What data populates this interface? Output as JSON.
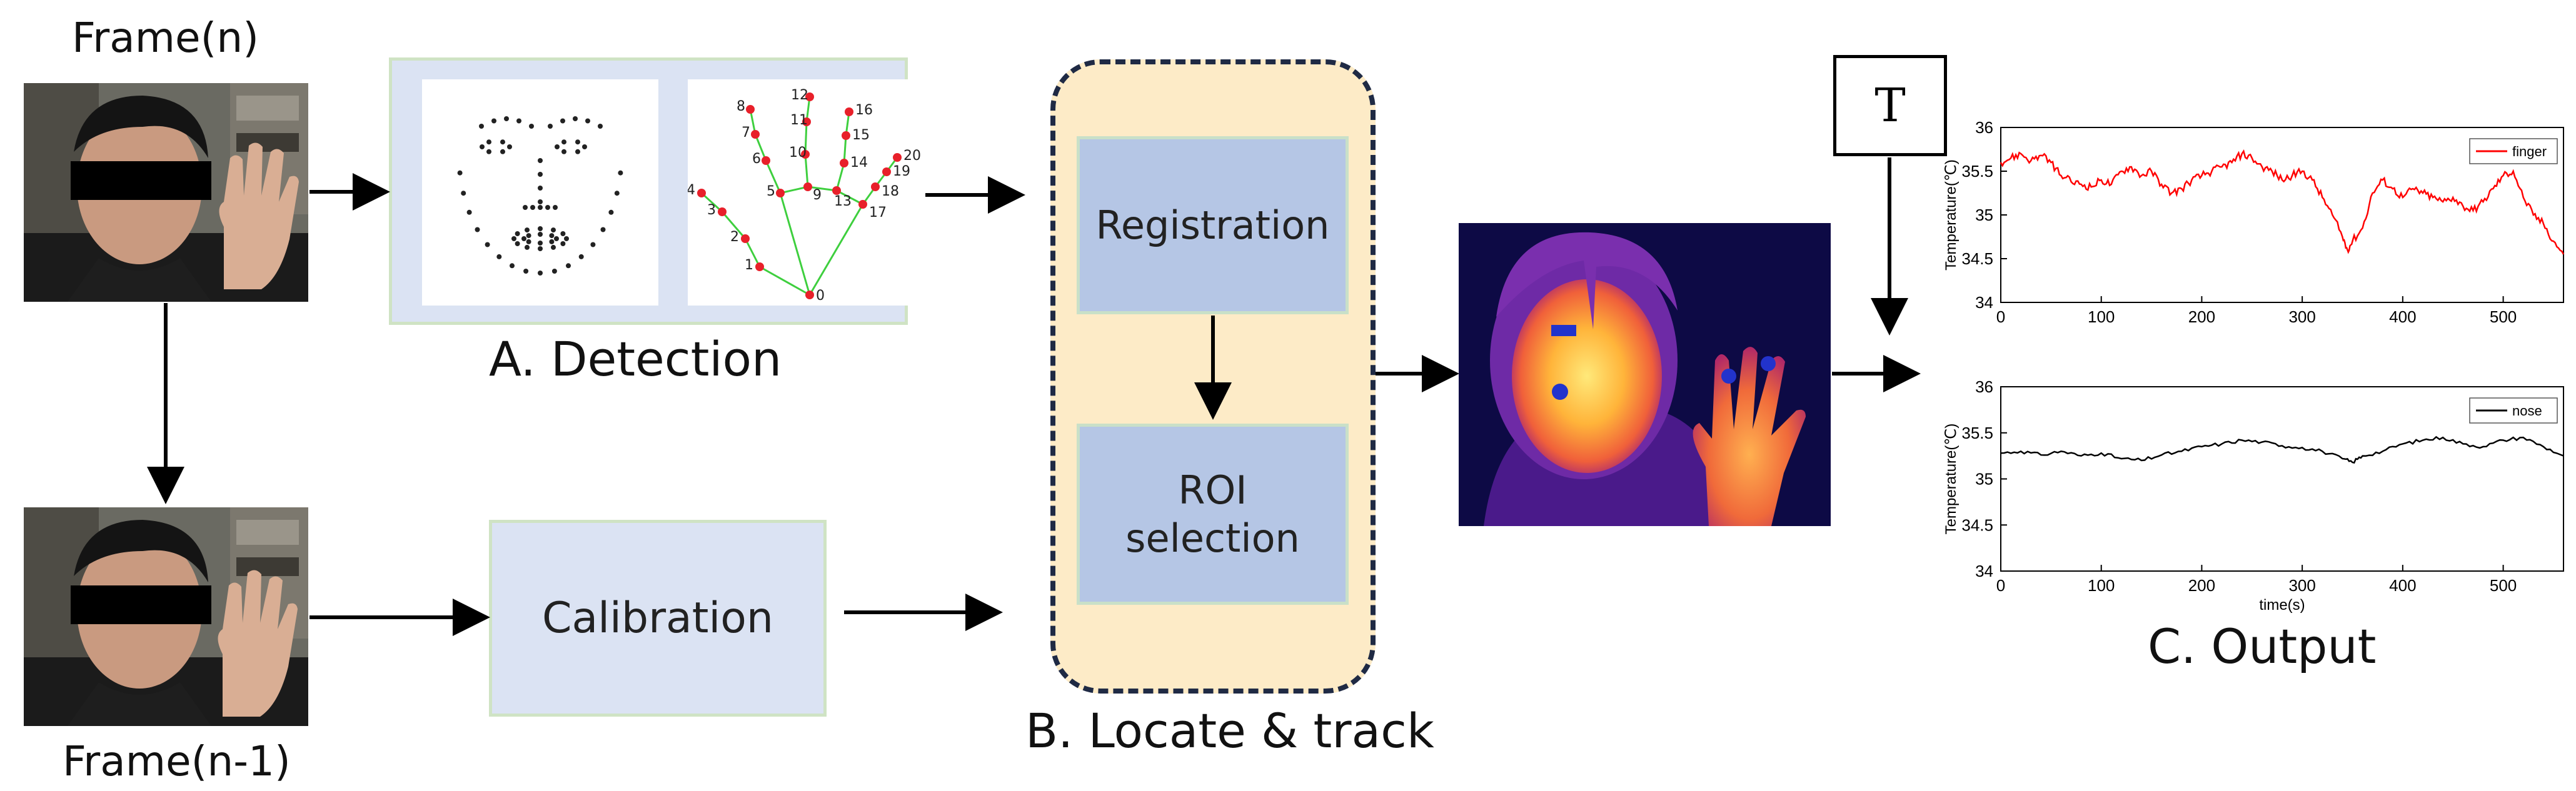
{
  "frames": {
    "current_label": "Frame(n)",
    "previous_label": "Frame(n-1)"
  },
  "detection": {
    "label": "A. Detection",
    "hand_landmarks": [
      {
        "id": "0"
      },
      {
        "id": "1"
      },
      {
        "id": "2"
      },
      {
        "id": "3"
      },
      {
        "id": "4"
      },
      {
        "id": "5"
      },
      {
        "id": "6"
      },
      {
        "id": "7"
      },
      {
        "id": "8"
      },
      {
        "id": "9"
      },
      {
        "id": "10"
      },
      {
        "id": "11"
      },
      {
        "id": "12"
      },
      {
        "id": "13"
      },
      {
        "id": "14"
      },
      {
        "id": "15"
      },
      {
        "id": "16"
      },
      {
        "id": "17"
      },
      {
        "id": "18"
      },
      {
        "id": "19"
      },
      {
        "id": "20"
      }
    ]
  },
  "calibration": {
    "label": "Calibration"
  },
  "locate_track": {
    "label": "B. Locate & track",
    "registration_label": "Registration",
    "roi_label": "ROI\nselection"
  },
  "t_box": {
    "label": "T"
  },
  "output": {
    "label": "C. Output",
    "colors": {
      "finger": "#ff0000",
      "nose": "#000000"
    }
  },
  "chart_data": [
    {
      "type": "line",
      "title": "",
      "xlabel": "",
      "ylabel": "Temperature(℃)",
      "xlim": [
        0,
        560
      ],
      "ylim": [
        34,
        36
      ],
      "xticks": [
        "0",
        "100",
        "200",
        "300",
        "400",
        "500"
      ],
      "yticks": [
        "34",
        "34.5",
        "35",
        "35.5",
        "36"
      ],
      "legend_position": "top-right",
      "series": [
        {
          "name": "finger",
          "color": "#ff0000",
          "x": [
            0,
            10,
            20,
            30,
            40,
            50,
            60,
            70,
            80,
            90,
            100,
            110,
            120,
            130,
            140,
            150,
            160,
            170,
            180,
            190,
            200,
            210,
            220,
            230,
            240,
            250,
            260,
            270,
            280,
            290,
            300,
            310,
            320,
            330,
            340,
            345,
            350,
            360,
            370,
            380,
            390,
            400,
            410,
            420,
            430,
            440,
            450,
            460,
            470,
            480,
            490,
            500,
            510,
            520,
            530,
            540,
            550,
            560
          ],
          "y": [
            35.6,
            35.65,
            35.7,
            35.62,
            35.68,
            35.6,
            35.45,
            35.38,
            35.35,
            35.32,
            35.4,
            35.35,
            35.5,
            35.55,
            35.45,
            35.5,
            35.35,
            35.25,
            35.3,
            35.4,
            35.45,
            35.5,
            35.55,
            35.6,
            35.7,
            35.65,
            35.55,
            35.5,
            35.4,
            35.45,
            35.5,
            35.4,
            35.2,
            35.0,
            34.75,
            34.6,
            34.7,
            34.85,
            35.25,
            35.4,
            35.3,
            35.2,
            35.3,
            35.25,
            35.2,
            35.15,
            35.2,
            35.1,
            35.05,
            35.15,
            35.3,
            35.45,
            35.5,
            35.2,
            35.0,
            34.9,
            34.7,
            34.55
          ]
        }
      ]
    },
    {
      "type": "line",
      "title": "",
      "xlabel": "time(s)",
      "ylabel": "Temperature(℃)",
      "xlim": [
        0,
        560
      ],
      "ylim": [
        34,
        36
      ],
      "xticks": [
        "0",
        "100",
        "200",
        "300",
        "400",
        "500"
      ],
      "yticks": [
        "34",
        "34.5",
        "35",
        "35.5",
        "36"
      ],
      "legend_position": "top-right",
      "series": [
        {
          "name": "nose",
          "color": "#000000",
          "x": [
            0,
            20,
            40,
            60,
            80,
            100,
            120,
            140,
            160,
            180,
            200,
            220,
            240,
            260,
            280,
            300,
            320,
            340,
            350,
            360,
            380,
            400,
            420,
            440,
            460,
            480,
            500,
            520,
            540,
            560
          ],
          "y": [
            35.28,
            35.3,
            35.26,
            35.3,
            35.25,
            35.28,
            35.22,
            35.2,
            35.26,
            35.3,
            35.35,
            35.38,
            35.42,
            35.4,
            35.36,
            35.34,
            35.3,
            35.22,
            35.18,
            35.25,
            35.3,
            35.38,
            35.42,
            35.45,
            35.38,
            35.35,
            35.42,
            35.45,
            35.35,
            35.25
          ]
        }
      ]
    }
  ]
}
